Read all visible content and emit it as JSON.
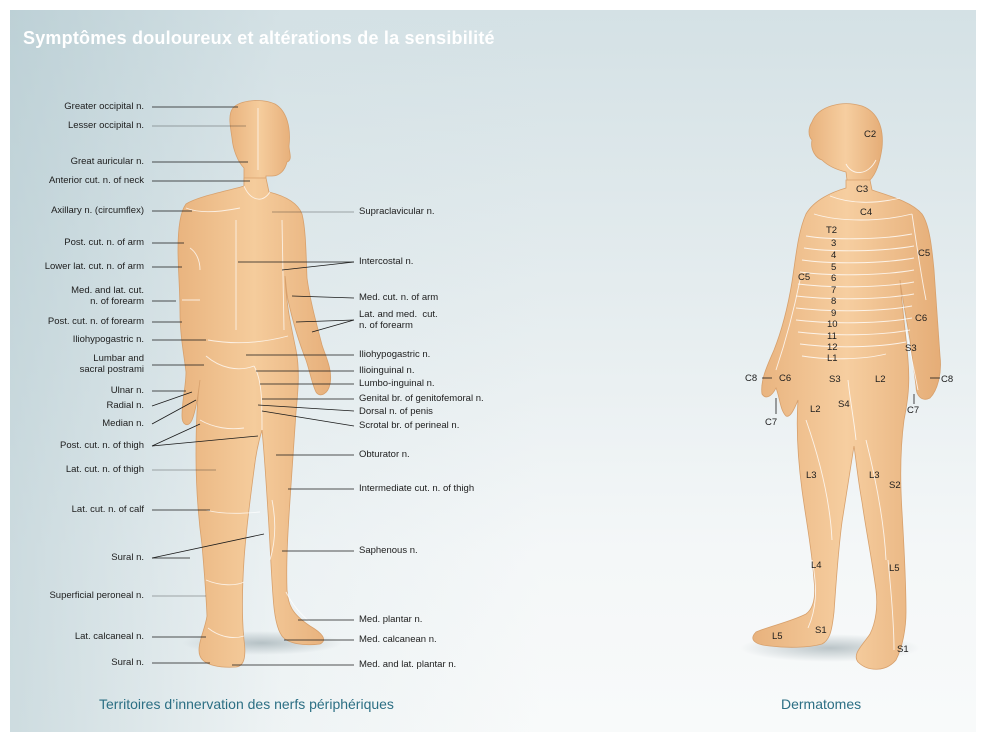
{
  "title": "Symptômes douloureux et altérations de la sensibilité",
  "left_labels": [
    "Greater occipital n.",
    "Lesser occipital n.",
    "Great auricular n.",
    "Anterior cut. n. of neck",
    "Axillary n. (circumflex)",
    "Post. cut. n. of arm",
    "Lower lat. cut. n. of arm",
    "Med. and lat. cut.\nn. of forearm",
    "Post. cut. n. of forearm",
    "Iliohypogastric n.",
    "Lumbar and\nsacral postrami",
    "Ulnar n.",
    "Radial n.",
    "Median n.",
    "Post. cut. n. of thigh",
    "Lat. cut. n. of thigh",
    "Lat. cut. n. of calf",
    "Sural n.",
    "Superficial peroneal n.",
    "Lat. calcaneal n.",
    "Sural n."
  ],
  "right_labels": [
    "Supraclavicular n.",
    "Intercostal n.",
    "Med. cut. n. of arm",
    "Lat. and med.  cut.\nn. of forearm",
    "Iliohypogastric n.",
    "Ilioinguinal n.",
    "Lumbo-inguinal n.",
    "Genital br. of genitofemoral n.",
    "Dorsal n. of penis",
    "Scrotal br. of perineal  n.",
    "Obturator n.",
    "Intermediate cut. n. of thigh",
    "Saphenous n.",
    "Med. plantar n.",
    "Med. calcanean n.",
    "Med. and lat. plantar n."
  ],
  "dermatome_labels": [
    "C2",
    "C3",
    "C4",
    "T2",
    "3",
    "4",
    "5",
    "6",
    "7",
    "8",
    "9",
    "10",
    "11",
    "12",
    "L1",
    "C5",
    "C5",
    "C6",
    "S3",
    "C8",
    "C6",
    "S3",
    "L2",
    "C8",
    "C7",
    "L2",
    "S4",
    "C7",
    "L3",
    "L3",
    "S2",
    "L4",
    "L5",
    "L5",
    "S1",
    "S1"
  ],
  "captions": {
    "left": "Territoires d’innervation des nerfs périphériques",
    "right": "Dermatomes"
  },
  "colors": {
    "skin": "#f2c592",
    "skin_shade": "#e3ab78",
    "leader_line": "#1a1a1a",
    "caption": "#2c6f84",
    "title": "#ffffff"
  }
}
